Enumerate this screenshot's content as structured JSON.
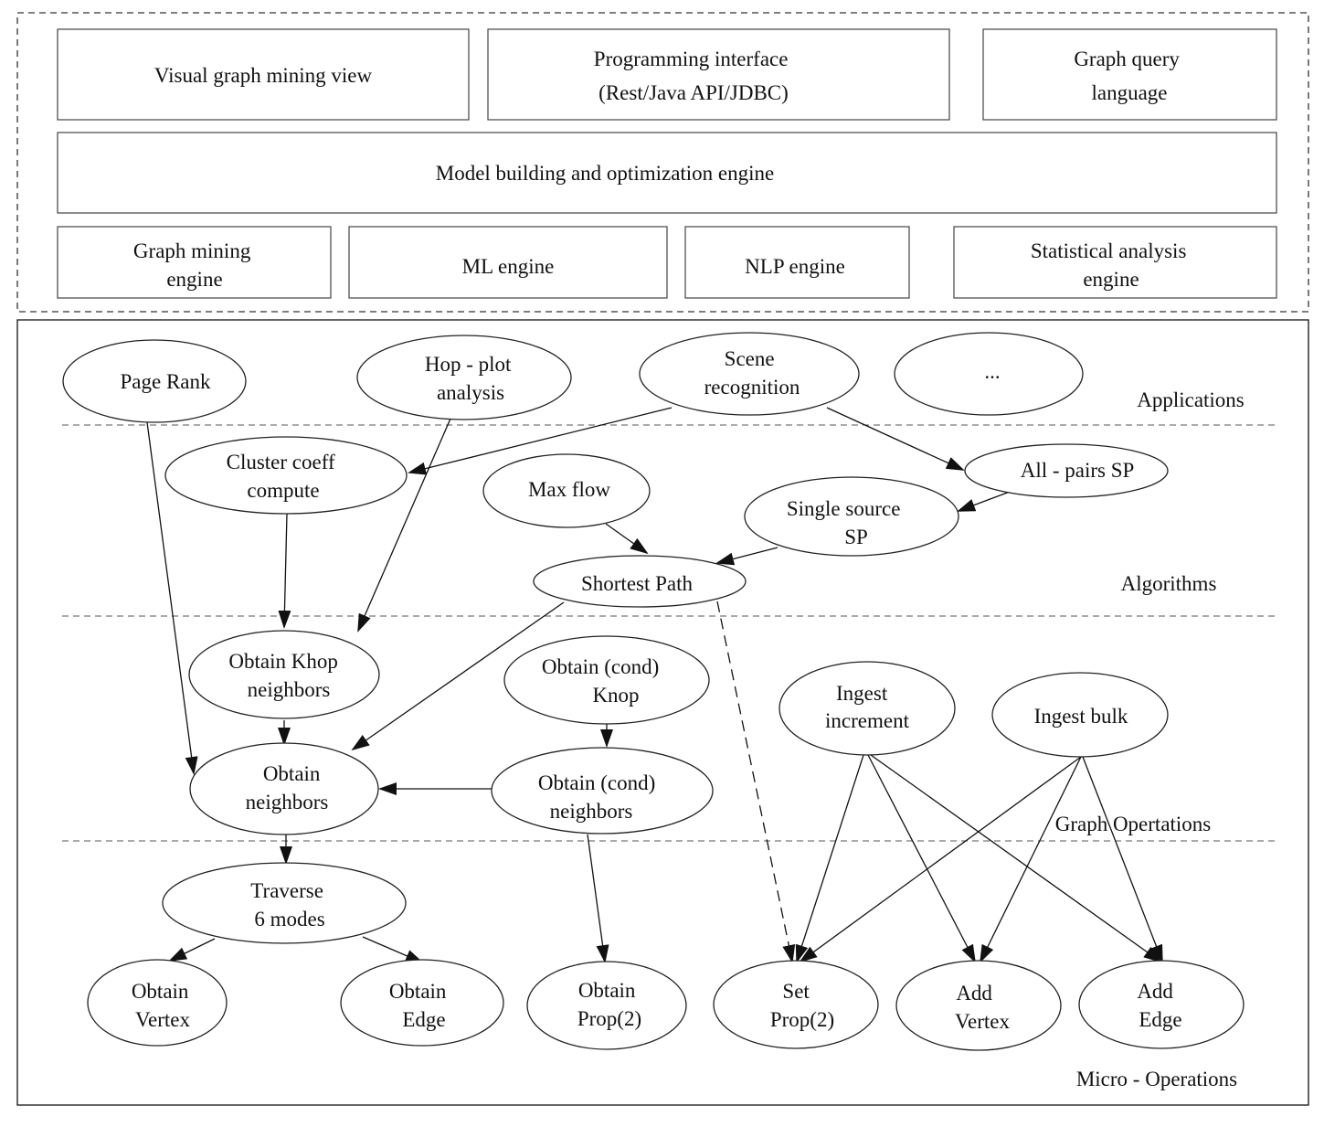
{
  "top_section": {
    "boxes": {
      "visual": [
        "Visual graph mining view"
      ],
      "programming": [
        "Programming interface",
        "(Rest/Java API/JDBC)"
      ],
      "query": [
        "Graph query",
        "language"
      ],
      "model": [
        "Model building and optimization engine"
      ],
      "graph_mining": [
        "Graph mining",
        "engine"
      ],
      "ml": [
        "ML engine"
      ],
      "nlp": [
        "NLP engine"
      ],
      "stat": [
        "Statistical analysis",
        "engine"
      ]
    }
  },
  "layers": {
    "applications": "Applications",
    "algorithms": "Algorithms",
    "graph_operations": "Graph Opertations",
    "micro_operations": "Micro - Operations"
  },
  "nodes": {
    "page_rank": [
      "Page Rank"
    ],
    "hop_plot": [
      "Hop - plot",
      "analysis"
    ],
    "scene": [
      "Scene",
      "recognition"
    ],
    "ellipsis": [
      "..."
    ],
    "cluster": [
      "Cluster coeff",
      "compute"
    ],
    "max_flow": [
      "Max flow"
    ],
    "all_pairs": [
      "All - pairs SP"
    ],
    "single_source": [
      "Single source",
      "SP"
    ],
    "shortest_path": [
      "Shortest Path"
    ],
    "khop": [
      "Obtain Khop",
      "neighbors"
    ],
    "cond_knop": [
      "Obtain (cond)",
      "Knop"
    ],
    "ingest_inc": [
      "Ingest",
      "increment"
    ],
    "ingest_bulk": [
      "Ingest bulk"
    ],
    "neighbors": [
      "Obtain",
      "neighbors"
    ],
    "cond_neighbors": [
      "Obtain (cond)",
      "neighbors"
    ],
    "traverse": [
      "Traverse",
      "6 modes"
    ],
    "vertex": [
      "Obtain",
      "Vertex"
    ],
    "edge": [
      "Obtain",
      "Edge"
    ],
    "prop": [
      "Obtain",
      "Prop(2)"
    ],
    "set_prop": [
      "Set",
      "Prop(2)"
    ],
    "add_vertex": [
      "Add",
      "Vertex"
    ],
    "add_edge": [
      "Add",
      "Edge"
    ]
  }
}
